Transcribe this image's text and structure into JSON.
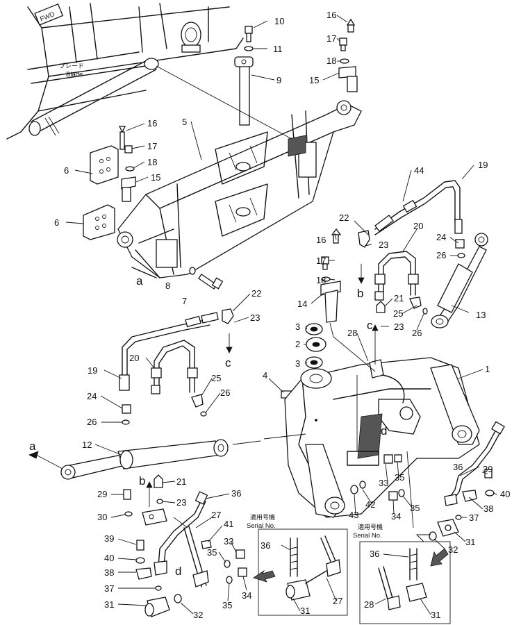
{
  "diagram": {
    "part_numbers": [
      "1",
      "2",
      "3",
      "4",
      "5",
      "6",
      "7",
      "8",
      "9",
      "10",
      "11",
      "12",
      "13",
      "14",
      "15",
      "16",
      "17",
      "18",
      "19",
      "20",
      "21",
      "22",
      "23",
      "24",
      "25",
      "26",
      "27",
      "28",
      "29",
      "30",
      "31",
      "32",
      "33",
      "34",
      "35",
      "36",
      "37",
      "38",
      "39",
      "40",
      "41",
      "42",
      "43",
      "44"
    ],
    "reference_letters": [
      "a",
      "b",
      "c",
      "d"
    ],
    "fwd_label": "FWD",
    "blade_label_jp": "ブレード",
    "blade_label_en": "Blade",
    "serial_box_left": {
      "label_jp": "適用号機",
      "label_en": "Serial No."
    },
    "serial_box_right": {
      "label_jp": "適用号機",
      "label_en": "Serial No."
    }
  }
}
